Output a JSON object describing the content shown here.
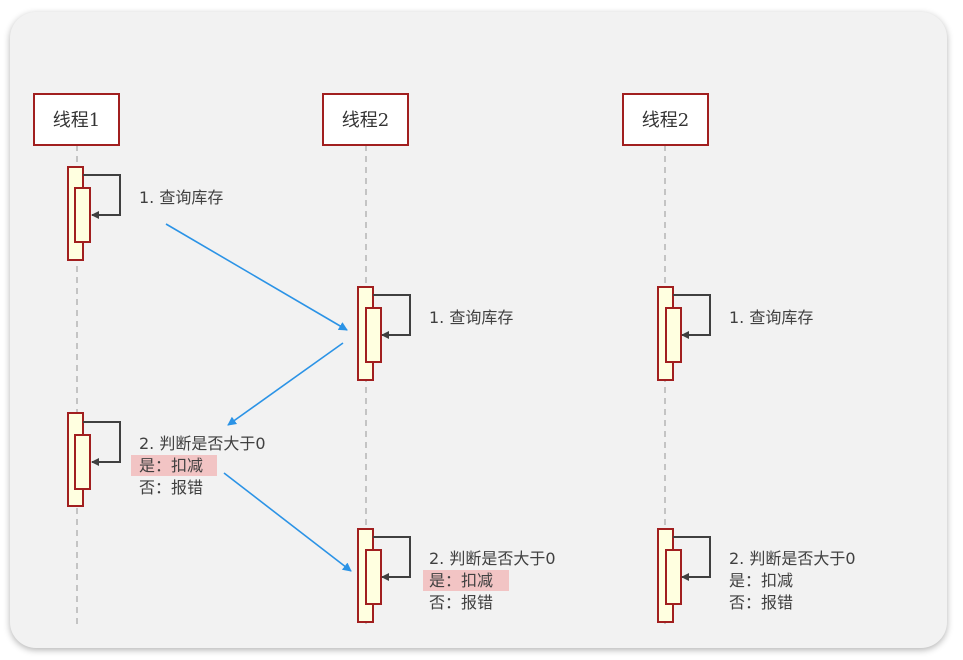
{
  "lanes": [
    {
      "title": "线程1"
    },
    {
      "title": "线程2"
    },
    {
      "title": "线程2"
    }
  ],
  "notes": {
    "query": "1. 查询库存",
    "check_line1": "2. 判断是否大于0",
    "check_line2": "是：扣减",
    "check_line3": "否：报错"
  },
  "highlight_color": "#f2c4c4",
  "arrow_color": "#2b93e6",
  "box_border_color": "#a11f1f",
  "activation_fill": "#ffffe0"
}
